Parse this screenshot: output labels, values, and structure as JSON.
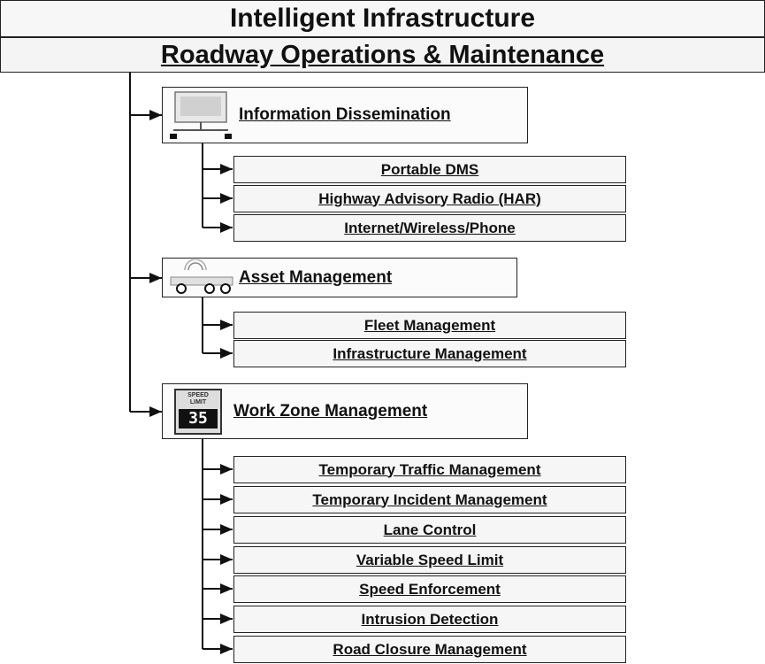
{
  "title": "Intelligent Infrastructure",
  "subtitle": "Roadway Operations & Maintenance",
  "categories": [
    {
      "label": "Information Dissemination",
      "icon": "monitor-icon",
      "items": [
        "Portable DMS",
        "Highway Advisory Radio (HAR)",
        "Internet/Wireless/Phone"
      ]
    },
    {
      "label": "Asset Management",
      "icon": "vehicle-icon",
      "items": [
        "Fleet Management",
        "Infrastructure Management"
      ]
    },
    {
      "label": "Work Zone Management",
      "icon": "speed-limit-sign-icon",
      "sign_top": "SPEED LIMIT",
      "sign_value": "35",
      "items": [
        "Temporary Traffic Management",
        "Temporary Incident Management",
        "Lane Control",
        "Variable Speed Limit",
        "Speed Enforcement",
        "Intrusion Detection",
        "Road Closure Management"
      ]
    }
  ]
}
